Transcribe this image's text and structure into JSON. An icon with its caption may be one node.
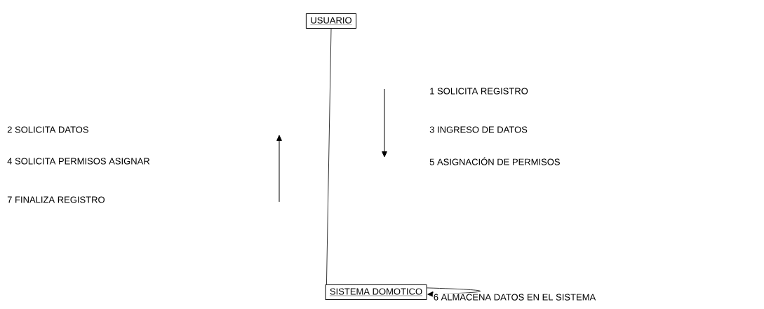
{
  "diagram": {
    "nodes": [
      {
        "text": [
          "USUARIO"
        ]
      },
      {
        "text": [
          "SISTEMA DOMOTICO"
        ]
      }
    ],
    "edges": [
      {
        "from": 0,
        "to": 1,
        "arrow": "none"
      },
      {
        "from": 1,
        "to": 1,
        "arrow": "to",
        "label": "6 ALMACENA DATOS EN EL SISTEMA"
      }
    ],
    "labels": [
      "1 SOLICITA REGISTRO",
      "2 SOLICITA DATOS",
      "3 INGRESO DE DATOS",
      "4 SOLICITA PERMISOS ASIGNAR",
      "5 ASIGNACIÓN DE PERMISOS",
      "7 FINALIZA REGISTRO"
    ]
  }
}
